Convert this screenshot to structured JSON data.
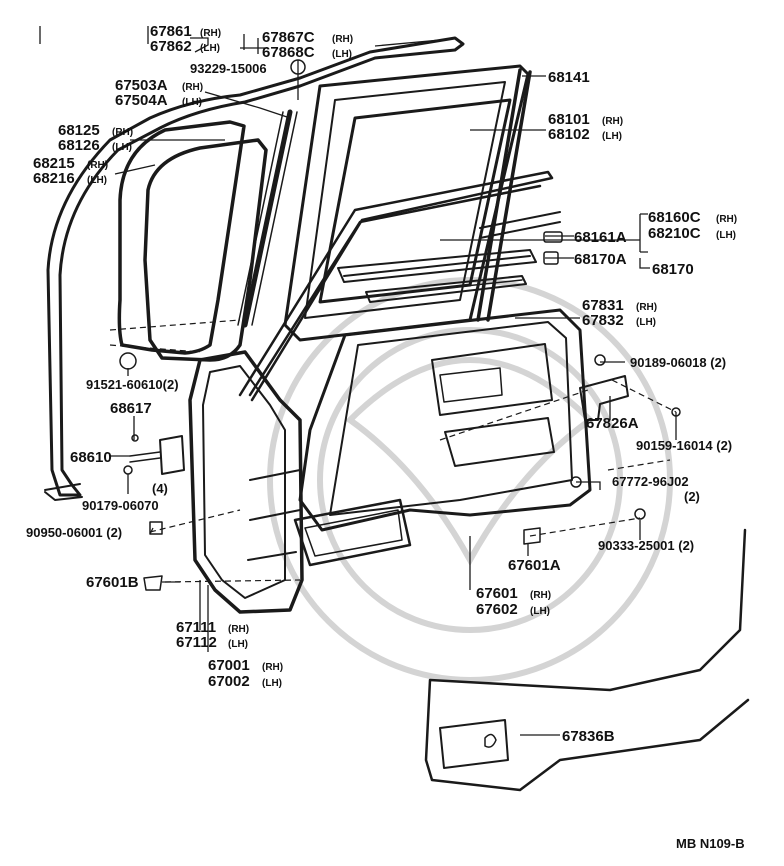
{
  "parts": {
    "p67861": "67861",
    "p67861_side": "(RH)",
    "p67862": "67862",
    "p67862_side": "(LH)",
    "p67867c": "67867C",
    "p67867c_side": "(RH)",
    "p67868c": "67868C",
    "p67868c_side": "(LH)",
    "p93229": "93229-15006",
    "p67503a": "67503A",
    "p67503a_side": "(RH)",
    "p67504a": "67504A",
    "p67504a_side": "(LH)",
    "p68141": "68141",
    "p68125": "68125",
    "p68125_side": "(RH)",
    "p68126": "68126",
    "p68126_side": "(LH)",
    "p68215": "68215",
    "p68215_side": "(RH)",
    "p68216": "68216",
    "p68216_side": "(LH)",
    "p68101": "68101",
    "p68101_side": "(RH)",
    "p68102": "68102",
    "p68102_side": "(LH)",
    "p68160c": "68160C",
    "p68160c_side": "(RH)",
    "p68210c": "68210C",
    "p68210c_side": "(LH)",
    "p68161a": "68161A",
    "p68170a": "68170A",
    "p68170": "68170",
    "p67831": "67831",
    "p67831_side": "(RH)",
    "p67832": "67832",
    "p67832_side": "(LH)",
    "p91521": "91521-60610(2)",
    "p90189": "90189-06018 (2)",
    "p68617": "68617",
    "p67826a": "67826A",
    "p90159": "90159-16014 (2)",
    "p68610": "68610",
    "p4": "(4)",
    "p90179": "90179-06070",
    "p67772": "67772-96J02",
    "p67772_qty": "(2)",
    "p90950": "90950-06001 (2)",
    "p90333": "90333-25001 (2)",
    "p67601a": "67601A",
    "p67601b": "67601B",
    "p67601": "67601",
    "p67601_side": "(RH)",
    "p67602": "67602",
    "p67602_side": "(LH)",
    "p67111": "67111",
    "p67111_side": "(RH)",
    "p67112": "67112",
    "p67112_side": "(LH)",
    "p67001": "67001",
    "p67001_side": "(RH)",
    "p67002": "67002",
    "p67002_side": "(LH)",
    "p67836b": "67836B",
    "ref": "MB  N109-B"
  }
}
